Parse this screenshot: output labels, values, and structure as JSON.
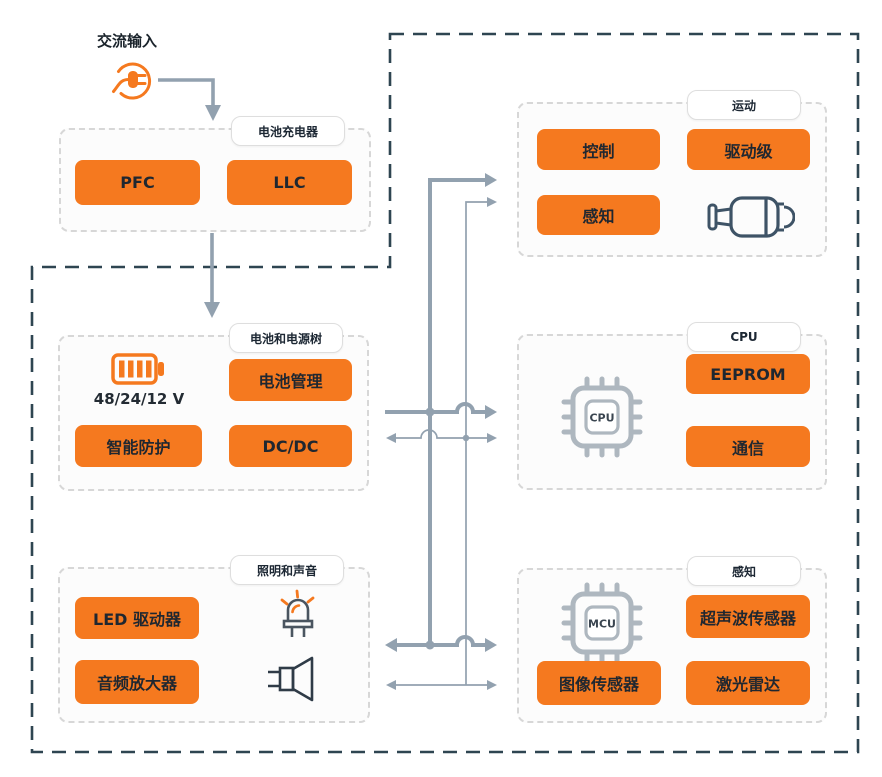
{
  "colors": {
    "accent_orange": "#f5791f",
    "bus_gray": "#92a1af",
    "boundary_dark": "#2e4551",
    "block_text": "#1f2730"
  },
  "ac_input": {
    "label": "交流输入",
    "icon": "plug-icon"
  },
  "groups": {
    "battery_charger": {
      "tag": "电池充电器",
      "buttons": [
        "PFC",
        "LLC"
      ]
    },
    "power_tree": {
      "tag": "电池和电源树",
      "icon": "battery-icon",
      "battery_voltage": "48/24/12 V",
      "buttons": [
        "电池管理",
        "智能防护",
        "DC/DC"
      ]
    },
    "lighting_sound": {
      "tag": "照明和声音",
      "icons": [
        "led-icon",
        "speaker-icon"
      ],
      "buttons": [
        "LED 驱动器",
        "音频放大器"
      ]
    },
    "motion": {
      "tag": "运动",
      "icon": "motor-icon",
      "buttons": [
        "控制",
        "驱动级",
        "感知"
      ]
    },
    "cpu": {
      "tag": "CPU",
      "icon": "cpu-chip-icon",
      "chip_label": "CPU",
      "buttons": [
        "EEPROM",
        "通信"
      ]
    },
    "sensing": {
      "tag": "感知",
      "icon": "mcu-chip-icon",
      "chip_label": "MCU",
      "buttons": [
        "超声波传感器",
        "图像传感器",
        "激光雷达"
      ]
    }
  }
}
